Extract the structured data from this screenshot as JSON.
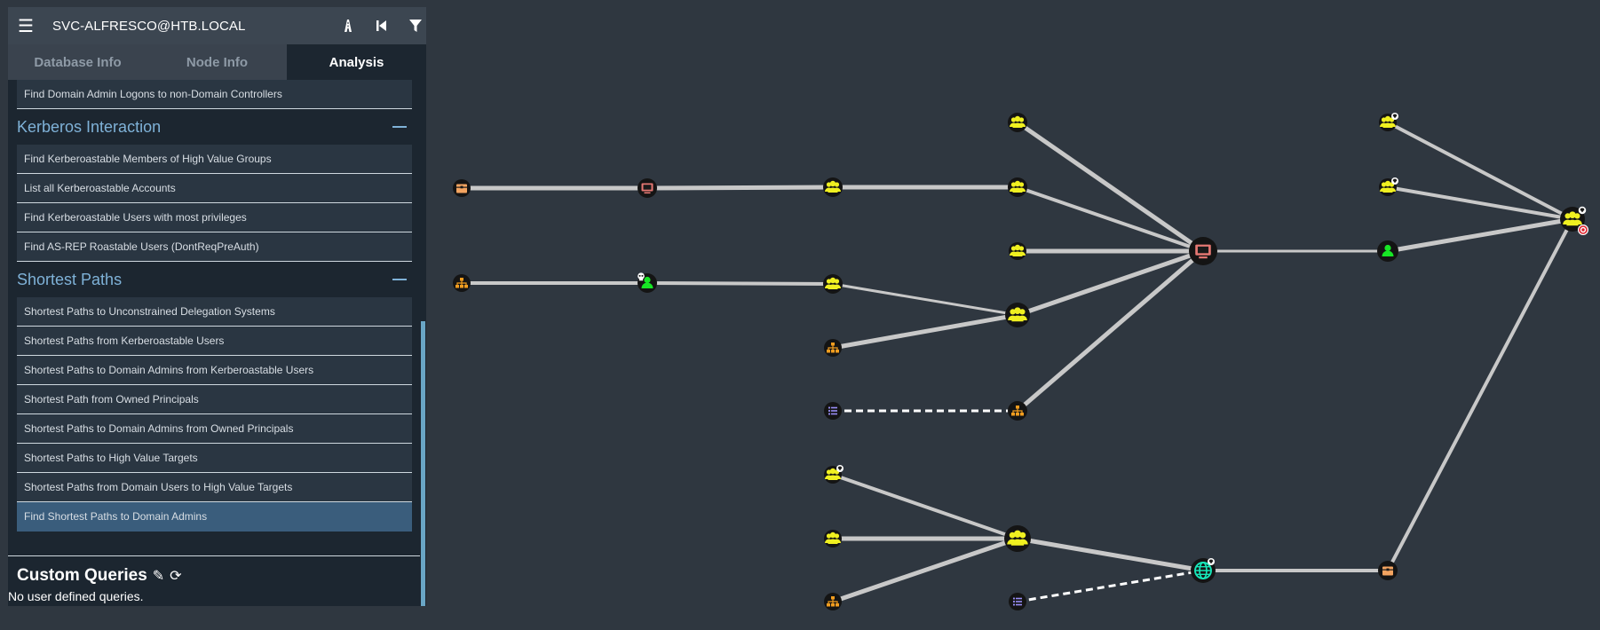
{
  "header": {
    "title": "SVC-ALFRESCO@HTB.LOCAL",
    "menu_icon": "hamburger-icon",
    "buttons": [
      "pathfinding-icon",
      "back-icon",
      "filter-icon"
    ]
  },
  "tabs": [
    {
      "label": "Database Info"
    },
    {
      "label": "Node Info"
    },
    {
      "label": "Analysis",
      "active": true
    }
  ],
  "analysis": {
    "top_item": "Find Domain Admin Logons to non-Domain Controllers",
    "kerberos": {
      "title": "Kerberos Interaction",
      "items": [
        "Find Kerberoastable Members of High Value Groups",
        "List all Kerberoastable Accounts",
        "Find Kerberoastable Users with most privileges",
        "Find AS-REP Roastable Users (DontReqPreAuth)"
      ]
    },
    "shortest": {
      "title": "Shortest Paths",
      "items": [
        "Shortest Paths to Unconstrained Delegation Systems",
        "Shortest Paths from Kerberoastable Users",
        "Shortest Paths to Domain Admins from Kerberoastable Users",
        "Shortest Path from Owned Principals",
        "Shortest Paths to Domain Admins from Owned Principals",
        "Shortest Paths to High Value Targets",
        "Shortest Paths from Domain Users to High Value Targets",
        "Find Shortest Paths to Domain Admins"
      ],
      "selected_index": 7
    },
    "custom": {
      "title": "Custom Queries",
      "empty": "No user defined queries."
    }
  },
  "colors": {
    "background": "#2f3740",
    "panel": "#1c2630",
    "accent": "#7fb2d8",
    "group": "#f0f020",
    "user": "#17e625",
    "computer": "#e67873",
    "gpo": "#998ef6",
    "ou": "#f29d1f",
    "domain": "#17e6b9",
    "container": "#f4a460"
  }
}
